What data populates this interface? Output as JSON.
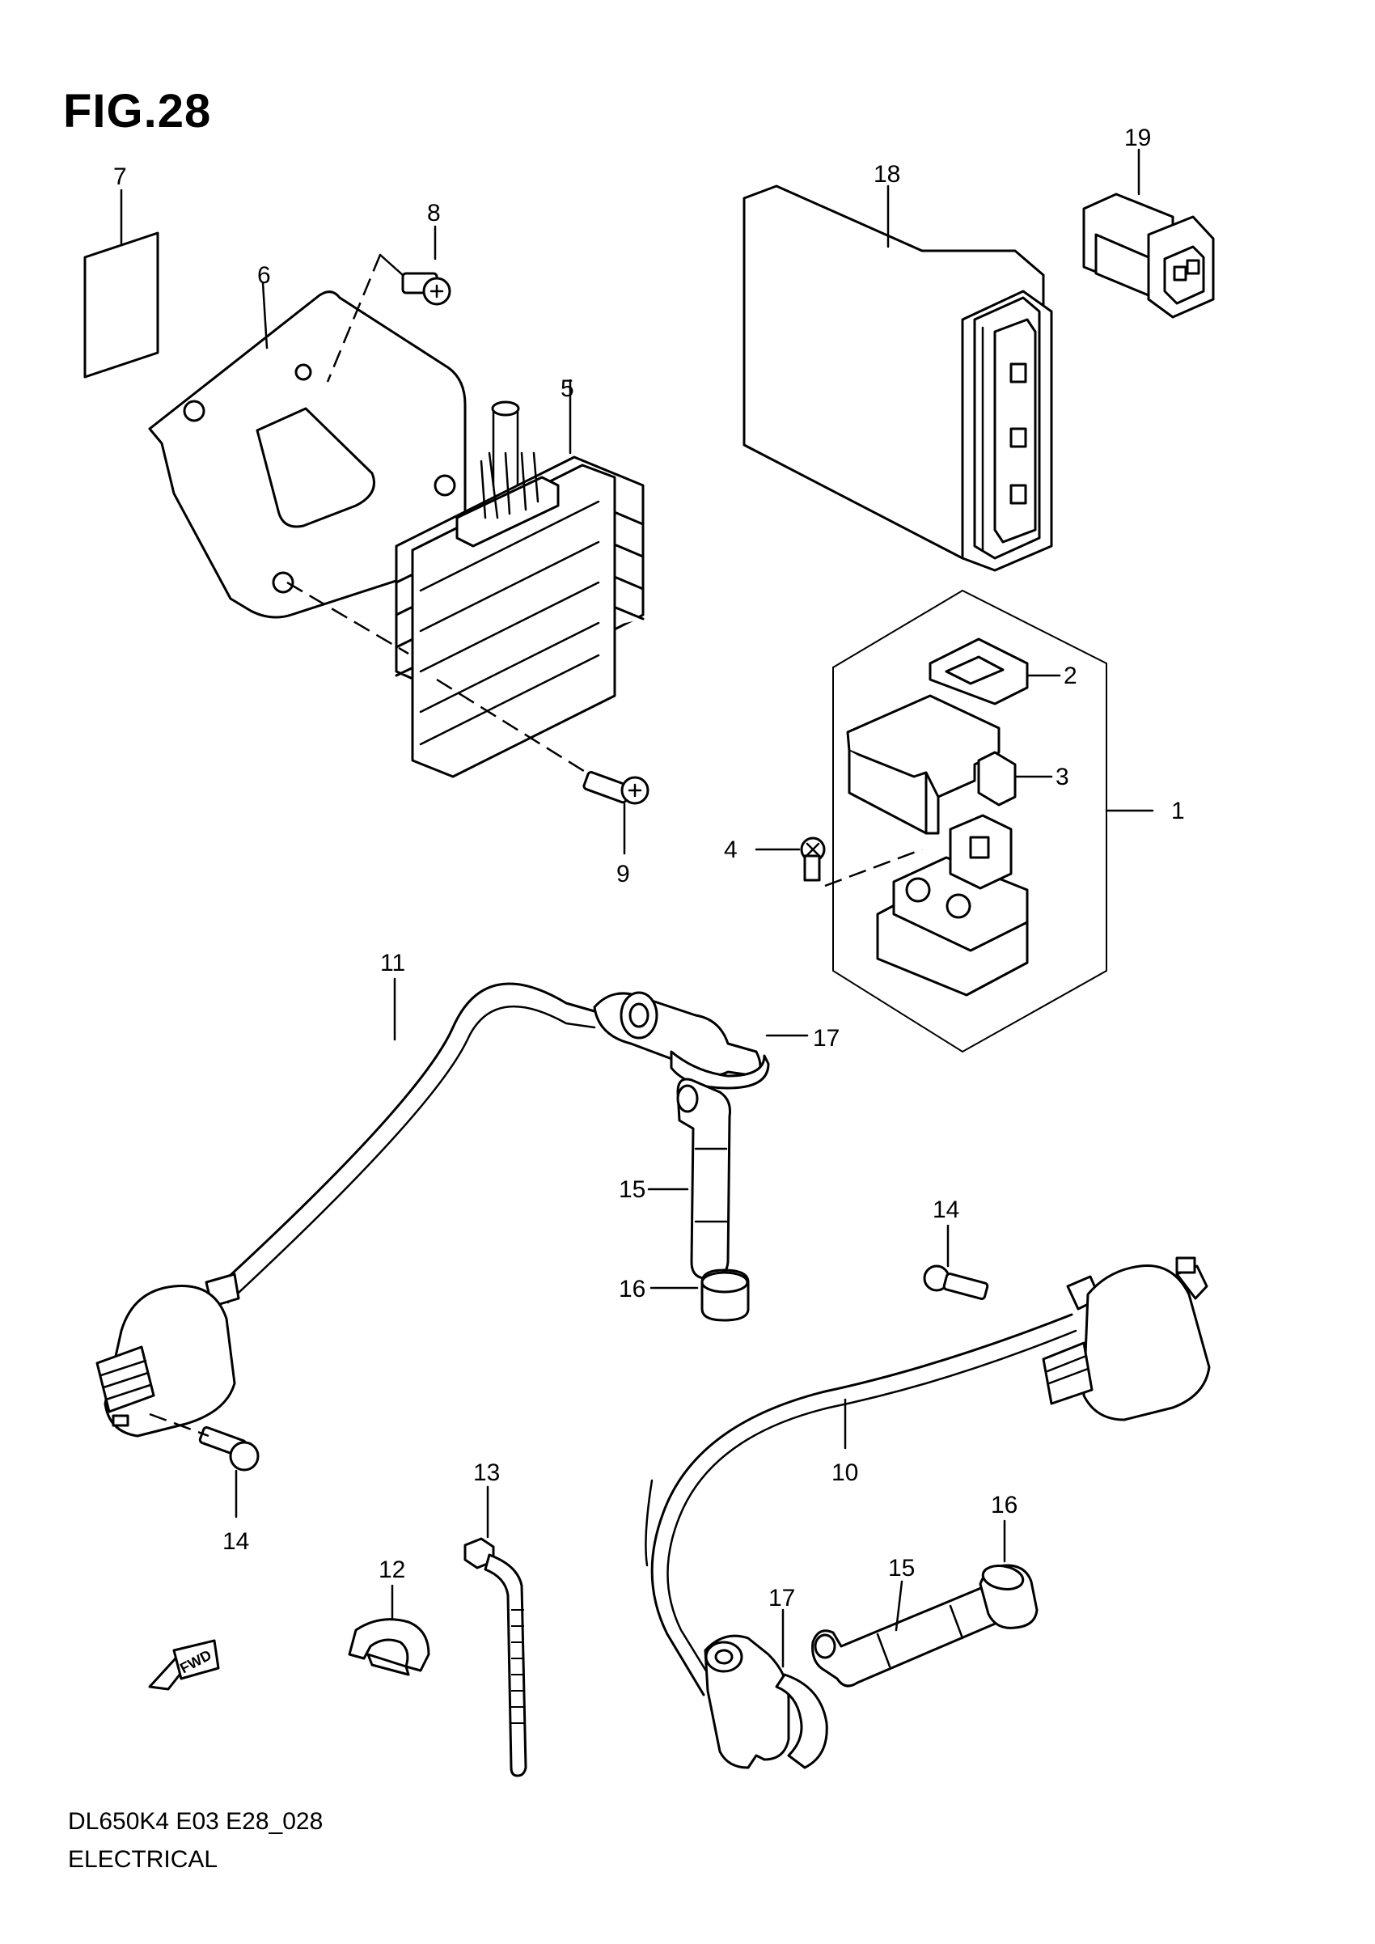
{
  "figure": {
    "title": "FIG.28",
    "model_code": "DL650K4 E03 E28_028",
    "section": "ELECTRICAL",
    "direction_marker": "FWD"
  },
  "callouts": [
    "1",
    "2",
    "3",
    "4",
    "5",
    "6",
    "7",
    "8",
    "9",
    "10",
    "11",
    "12",
    "13",
    "14",
    "14",
    "15",
    "15",
    "16",
    "16",
    "17",
    "17",
    "18",
    "19"
  ]
}
